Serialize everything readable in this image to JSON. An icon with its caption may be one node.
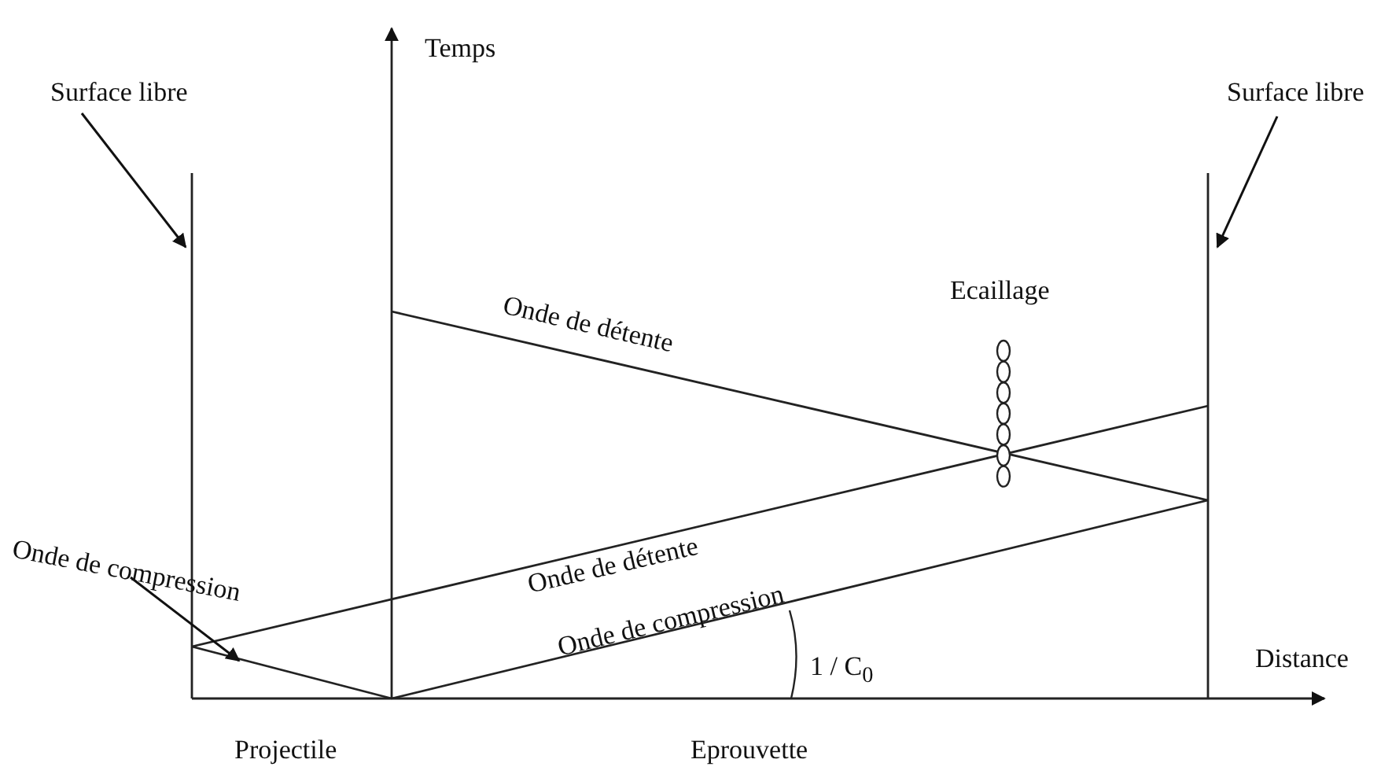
{
  "diagram": {
    "nodes": [
      {
        "text": [
          "Surface libre"
        ]
      },
      {
        "text": [
          "Surface libre"
        ]
      },
      {
        "text": [
          "Onde de compression"
        ]
      }
    ],
    "edges": [
      {
        "from": 0,
        "to": null,
        "arrow": "to"
      },
      {
        "from": 1,
        "to": null,
        "arrow": "to"
      },
      {
        "from": 2,
        "to": null,
        "arrow": "to"
      }
    ],
    "labels": [
      "Temps",
      "Onde de détente",
      "Ecaillage",
      "Onde de détente",
      "Onde de compression",
      "1 / C$_{0}$",
      "Distance",
      "Projectile",
      "Eprouvette"
    ]
  }
}
